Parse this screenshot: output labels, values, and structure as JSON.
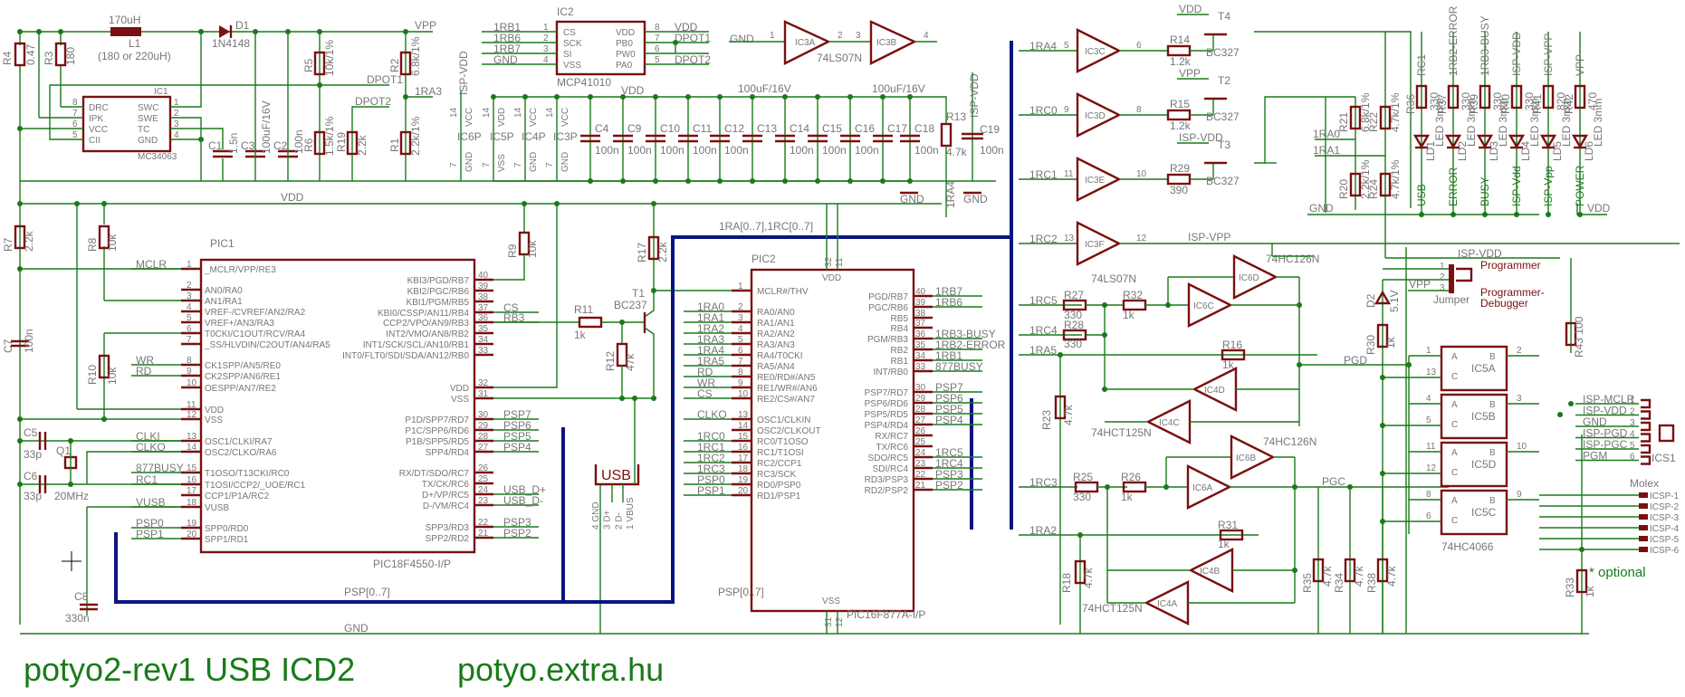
{
  "title": {
    "main": "potyo2-rev1 USB ICD2",
    "url": "potyo.extra.hu"
  },
  "colors": {
    "wire": "#1a7a1a",
    "bus": "#0b1580",
    "part": "#7a1010",
    "label": "#777777"
  },
  "power_supply": {
    "L1": {
      "name": "L1",
      "value": "170uH",
      "note": "(180 or 220uH)"
    },
    "D1": {
      "name": "D1",
      "value": "1N4148"
    },
    "IC1": {
      "name": "IC1",
      "value": "MC34063",
      "pins_left": [
        {
          "n": "8",
          "l": "DRC"
        },
        {
          "n": "7",
          "l": "IPK"
        },
        {
          "n": "6",
          "l": "VCC"
        },
        {
          "n": "5",
          "l": "CII"
        }
      ],
      "pins_right": [
        {
          "n": "1",
          "l": "SWC"
        },
        {
          "n": "2",
          "l": "SWE"
        },
        {
          "n": "3",
          "l": "TC"
        },
        {
          "n": "4",
          "l": "GND"
        }
      ]
    },
    "R4": {
      "name": "R4",
      "value": "0.47"
    },
    "R3": {
      "name": "R3",
      "value": "180"
    },
    "C1": {
      "name": "C1",
      "value": "1.5n"
    },
    "C3": {
      "name": "C3",
      "value": "100uF/16V"
    },
    "C2": {
      "name": "C2",
      "value": "100n"
    },
    "R5": {
      "name": "R5",
      "value": "10k/1%"
    },
    "R6": {
      "name": "R6",
      "value": "1.5k/1%"
    },
    "R19": {
      "name": "R19",
      "value": "2.2k"
    },
    "R2": {
      "name": "R2",
      "value": "6.8k/1%"
    },
    "R1": {
      "name": "R1",
      "value": "2.2k/1%"
    },
    "net_dpot1": "DPOT1",
    "net_dpot2": "DPOT2",
    "net_vpp": "VPP",
    "net_1ra3": "1RA3",
    "net_isp_vdd": "ISP-VDD"
  },
  "ic2": {
    "name": "IC2",
    "value": "MCP41010",
    "left": [
      {
        "n": "1",
        "l": "CS",
        "net": "1RB1"
      },
      {
        "n": "2",
        "l": "SCK",
        "net": "1RB6"
      },
      {
        "n": "3",
        "l": "SI",
        "net": "1RB7"
      },
      {
        "n": "4",
        "l": "VSS",
        "net": "GND"
      }
    ],
    "right": [
      {
        "n": "8",
        "l": "VDD",
        "net": "VDD"
      },
      {
        "n": "7",
        "l": "PB0",
        "net": "DPOT1"
      },
      {
        "n": "6",
        "l": "PW0",
        "net": ""
      },
      {
        "n": "5",
        "l": "PA0",
        "net": "DPOT2"
      }
    ]
  },
  "ic3_top": {
    "gnd": "GND",
    "a": "IC3A",
    "b": "IC3B",
    "part": "74LS07N",
    "pins": [
      "1",
      "2",
      "3",
      "4"
    ]
  },
  "decoupling": {
    "vdd": "VDD",
    "power_pins": [
      {
        "name": "IC6P",
        "top": "VCC",
        "bot": "GND",
        "n1": "14",
        "n2": "7"
      },
      {
        "name": "IC5P",
        "top": "VDD",
        "bot": "VSS",
        "n1": "14",
        "n2": "7"
      },
      {
        "name": "IC4P",
        "top": "VCC",
        "bot": "GND",
        "n1": "14",
        "n2": "7"
      },
      {
        "name": "IC3P",
        "top": "VCC",
        "bot": "GND",
        "n1": "14",
        "n2": "7"
      }
    ],
    "caps": [
      {
        "name": "C4",
        "value": "100n"
      },
      {
        "name": "C9",
        "value": "100n"
      },
      {
        "name": "C10",
        "value": "100n"
      },
      {
        "name": "C11",
        "value": "100n"
      },
      {
        "name": "C12",
        "value": "100n"
      },
      {
        "name": "C13",
        "value": "100uF/16V"
      },
      {
        "name": "C14",
        "value": "100n"
      },
      {
        "name": "C15",
        "value": "100n"
      },
      {
        "name": "C16",
        "value": "100n"
      },
      {
        "name": "C17",
        "value": "100uF/16V"
      },
      {
        "name": "C18",
        "value": "100n"
      }
    ],
    "R13": {
      "name": "R13",
      "value": "4.7k"
    },
    "C19": {
      "name": "C19",
      "value": "100n"
    },
    "gnd": "GND",
    "ra4": "1RA4"
  },
  "pic1": {
    "name": "PIC1",
    "value": "PIC18F4550-I/P",
    "left": [
      {
        "n": "1",
        "l": "_MCLR/VPP/RE3",
        "net": "MCLR"
      },
      {
        "n": "2",
        "l": "AN0/RA0",
        "net": ""
      },
      {
        "n": "3",
        "l": "AN1/RA1",
        "net": ""
      },
      {
        "n": "4",
        "l": "VREF-/CVREF/AN2/RA2",
        "net": ""
      },
      {
        "n": "5",
        "l": "VREF+/AN3/RA3",
        "net": ""
      },
      {
        "n": "6",
        "l": "T0CKI/C1OUT/RCV/RA4",
        "net": ""
      },
      {
        "n": "7",
        "l": "_SS/HLVDIN/C2OUT/AN4/RA5",
        "net": ""
      },
      {
        "n": "8",
        "l": "CK1SPP/AN5/RE0",
        "net": "WR"
      },
      {
        "n": "9",
        "l": "CK2SPP/AN6/RE1",
        "net": "RD"
      },
      {
        "n": "10",
        "l": "OESPP/AN7/RE2",
        "net": ""
      },
      {
        "n": "11",
        "l": "VDD",
        "net": ""
      },
      {
        "n": "12",
        "l": "VSS",
        "net": ""
      },
      {
        "n": "13",
        "l": "OSC1/CLKI/RA7",
        "net": "CLKI"
      },
      {
        "n": "14",
        "l": "OSC2/CLKO/RA6",
        "net": "CLKO"
      },
      {
        "n": "15",
        "l": "T1OSO/T13CKI/RC0",
        "net": "877BUSY"
      },
      {
        "n": "16",
        "l": "T1OSI/CCP2/_UOE/RC1",
        "net": "RC1"
      },
      {
        "n": "17",
        "l": "CCP1/P1A/RC2",
        "net": ""
      },
      {
        "n": "18",
        "l": "VUSB",
        "net": "VUSB"
      },
      {
        "n": "19",
        "l": "SPP0/RD0",
        "net": "PSP0"
      },
      {
        "n": "20",
        "l": "SPP1/RD1",
        "net": "PSP1"
      }
    ],
    "right": [
      {
        "n": "40",
        "l": "KBI3/PGD/RB7",
        "net": ""
      },
      {
        "n": "39",
        "l": "KBI2/PGC/RB6",
        "net": ""
      },
      {
        "n": "38",
        "l": "KBI1/PGM/RB5",
        "net": ""
      },
      {
        "n": "37",
        "l": "KBI0/CSSP/AN11/RB4",
        "net": "CS"
      },
      {
        "n": "36",
        "l": "CCP2/VPO/AN9/RB3",
        "net": "RB3"
      },
      {
        "n": "35",
        "l": "INT2/VMO/AN8/RB2",
        "net": ""
      },
      {
        "n": "34",
        "l": "INT1/SCK/SCL/AN10/RB1",
        "net": ""
      },
      {
        "n": "33",
        "l": "INT0/FLT0/SDI/SDA/AN12/RB0",
        "net": ""
      },
      {
        "n": "32",
        "l": "VDD",
        "net": ""
      },
      {
        "n": "31",
        "l": "VSS",
        "net": ""
      },
      {
        "n": "30",
        "l": "P1D/SPP7/RD7",
        "net": "PSP7"
      },
      {
        "n": "29",
        "l": "P1C/SPP6/RD6",
        "net": "PSP6"
      },
      {
        "n": "28",
        "l": "P1B/SPP5/RD5",
        "net": "PSP5"
      },
      {
        "n": "27",
        "l": "SPP4/RD4",
        "net": "PSP4"
      },
      {
        "n": "26",
        "l": "RX/DT/SDO/RC7",
        "net": ""
      },
      {
        "n": "25",
        "l": "TX/CK/RC6",
        "net": ""
      },
      {
        "n": "24",
        "l": "D+/VP/RC5",
        "net": "USB_D+"
      },
      {
        "n": "23",
        "l": "D-/VM/RC4",
        "net": "USB_D-"
      },
      {
        "n": "22",
        "l": "SPP3/RD3",
        "net": "PSP3"
      },
      {
        "n": "21",
        "l": "SPP2/RD2",
        "net": "PSP2"
      }
    ]
  },
  "pic1_periph": {
    "R7": {
      "name": "R7",
      "value": "2.2k"
    },
    "R8": {
      "name": "R8",
      "value": "10k"
    },
    "R9": {
      "name": "R9",
      "value": "10k"
    },
    "R10": {
      "name": "R10",
      "value": "10k"
    },
    "C7": {
      "name": "C7",
      "value": "100n"
    },
    "C5": {
      "name": "C5",
      "value": "33p"
    },
    "C6": {
      "name": "C6",
      "value": "33p"
    },
    "Q1": {
      "name": "Q1",
      "value": "20MHz"
    },
    "C8": {
      "name": "C8",
      "value": "330n"
    },
    "R11": {
      "name": "R11",
      "value": "1k"
    },
    "R12": {
      "name": "R12",
      "value": "47k"
    },
    "R17": {
      "name": "R17",
      "value": "2.2k"
    },
    "T1": {
      "name": "T1",
      "value": "BC237"
    },
    "vdd": "VDD",
    "gnd": "GND",
    "psp_bus": "PSP[0..7]",
    "ra_rc_bus": "1RA[0..7],1RC[0..7]"
  },
  "usb": {
    "label": "USB",
    "pins": [
      {
        "n": "4",
        "l": "GND"
      },
      {
        "n": "3",
        "l": "D+"
      },
      {
        "n": "2",
        "l": "D-"
      },
      {
        "n": "1",
        "l": "VBUS"
      }
    ],
    "nets": [
      "USB_D+",
      "USB_D-",
      "VDD"
    ]
  },
  "pic2": {
    "name": "PIC2",
    "value": "PIC16F877A-I/P",
    "top": [
      {
        "n": "32",
        "l": ""
      },
      {
        "n": "11",
        "l": ""
      }
    ],
    "top_label": "VDD",
    "bottom": [
      {
        "n": "31",
        "l": ""
      },
      {
        "n": "12",
        "l": ""
      }
    ],
    "bottom_label": "VSS",
    "left": [
      {
        "n": "1",
        "l": "MCLR#/THV",
        "net": ""
      },
      {
        "n": "2",
        "l": "RA0/AN0",
        "net": "1RA0"
      },
      {
        "n": "3",
        "l": "RA1/AN1",
        "net": "1RA1"
      },
      {
        "n": "4",
        "l": "RA2/AN2",
        "net": "1RA2"
      },
      {
        "n": "5",
        "l": "RA3/AN3",
        "net": "1RA3"
      },
      {
        "n": "6",
        "l": "RA4/T0CKI",
        "net": "1RA4"
      },
      {
        "n": "7",
        "l": "RA5/AN4",
        "net": "1RA5"
      },
      {
        "n": "8",
        "l": "RE0/RD#/AN5",
        "net": "RD"
      },
      {
        "n": "9",
        "l": "RE1/WR#/AN6",
        "net": "WR"
      },
      {
        "n": "10",
        "l": "RE2/CS#/AN7",
        "net": "CS"
      },
      {
        "n": "13",
        "l": "OSC1/CLKIN",
        "net": "CLKO"
      },
      {
        "n": "14",
        "l": "OSC2/CLKOUT",
        "net": ""
      },
      {
        "n": "15",
        "l": "RC0/T1OSO",
        "net": "1RC0"
      },
      {
        "n": "16",
        "l": "RC1/T1OSI",
        "net": "1RC1"
      },
      {
        "n": "17",
        "l": "RC2/CCP1",
        "net": "1RC2"
      },
      {
        "n": "18",
        "l": "RC3/SCK",
        "net": "1RC3"
      },
      {
        "n": "19",
        "l": "RD0/PSP0",
        "net": "PSP0"
      },
      {
        "n": "20",
        "l": "RD1/PSP1",
        "net": "PSP1"
      }
    ],
    "right": [
      {
        "n": "40",
        "l": "PGD/RB7",
        "net": "1RB7"
      },
      {
        "n": "39",
        "l": "PGC/RB6",
        "net": "1RB6"
      },
      {
        "n": "38",
        "l": "RB5",
        "net": ""
      },
      {
        "n": "37",
        "l": "RB4",
        "net": ""
      },
      {
        "n": "36",
        "l": "PGM/RB3",
        "net": "1RB3-BUSY"
      },
      {
        "n": "35",
        "l": "RB2",
        "net": "1RB2-ERROR"
      },
      {
        "n": "34",
        "l": "RB1",
        "net": "1RB1"
      },
      {
        "n": "33",
        "l": "INT/RB0",
        "net": "877BUSY"
      },
      {
        "n": "30",
        "l": "PSP7/RD7",
        "net": "PSP7"
      },
      {
        "n": "29",
        "l": "PSP6/RD6",
        "net": "PSP6"
      },
      {
        "n": "28",
        "l": "PSP5/RD5",
        "net": "PSP5"
      },
      {
        "n": "27",
        "l": "PSP4/RD4",
        "net": "PSP4"
      },
      {
        "n": "26",
        "l": "RX/RC7",
        "net": ""
      },
      {
        "n": "25",
        "l": "TX/RC6",
        "net": ""
      },
      {
        "n": "24",
        "l": "SDO/RC5",
        "net": "1RC5"
      },
      {
        "n": "23",
        "l": "SDI/RC4",
        "net": "1RC4"
      },
      {
        "n": "22",
        "l": "RD3/PSP3",
        "net": "PSP3"
      },
      {
        "n": "21",
        "l": "RD2/PSP2",
        "net": "PSP2"
      }
    ]
  },
  "drivers": [
    {
      "net": "1RA4",
      "in": "5",
      "out": "6",
      "gate": "IC3C",
      "R": "R14",
      "Rv": "1.2k",
      "T": "T4",
      "Tv": "BC327",
      "supply": "VDD"
    },
    {
      "net": "1RC0",
      "in": "9",
      "out": "8",
      "gate": "IC3D",
      "R": "R15",
      "Rv": "1.2k",
      "T": "T2",
      "Tv": "BC327",
      "supply": "VPP"
    },
    {
      "net": "1RC1",
      "in": "11",
      "out": "10",
      "gate": "IC3E",
      "R": "R29",
      "Rv": "390",
      "T": "T3",
      "Tv": "BC327",
      "supply": "ISP-VDD"
    },
    {
      "net": "1RC2",
      "in": "13",
      "out": "12",
      "gate": "IC3F",
      "R": "",
      "Rv": "",
      "T": "",
      "Tv": "",
      "supply": "ISP-VPP"
    }
  ],
  "ic3f_part": "74LS07N",
  "dividers": {
    "R21": {
      "name": "R21",
      "value": "6.8k/1%"
    },
    "R22": {
      "name": "R22",
      "value": "4.7k/1%"
    },
    "R20": {
      "name": "R20",
      "value": "2.2k/1%"
    },
    "R24": {
      "name": "R24",
      "value": "4.7k/1%"
    },
    "net_ra0": "1RA0",
    "net_ra1": "1RA1",
    "gnd": "GND"
  },
  "leds": [
    {
      "net": "RC1",
      "R": "R36",
      "Rv": "330",
      "LD": "LD1",
      "LDv": "LED 3mm",
      "label": "USB"
    },
    {
      "net": "1RB2-ERROR",
      "R": "R37",
      "Rv": "330",
      "LD": "LD2",
      "LDv": "LED 3mm",
      "label": "ERROR"
    },
    {
      "net": "1RB3-BUSY",
      "R": "R39",
      "Rv": "330",
      "LD": "LD3",
      "LDv": "LED 3mm",
      "label": "BUSY"
    },
    {
      "net": "ISP-VDD",
      "R": "R40",
      "Rv": "330",
      "LD": "LD4",
      "LDv": "LED 3mm",
      "label": "ISP-Vdd"
    },
    {
      "net": "ISP-VPP",
      "R": "R41",
      "Rv": "820",
      "LD": "LD5",
      "LDv": "LED 3mm",
      "label": "ISP-Vpp"
    },
    {
      "net": "VPP",
      "R": "R42",
      "Rv": "470",
      "LD": "LD6",
      "LDv": "LED 3mm",
      "label": "POWER"
    }
  ],
  "led_vdd": "VDD",
  "buffers": {
    "top_part_a": "74HC126N",
    "top_part_b": "74HCT125N",
    "bot_part_a": "74HC126N",
    "bot_part_b": "74HCT125N",
    "net_rc5": "1RC5",
    "net_rc4": "1RC4",
    "net_ra5": "1RA5",
    "net_rc3": "1RC3",
    "net_ra2": "1RA2",
    "R27": {
      "name": "R27",
      "value": "330"
    },
    "R28": {
      "name": "R28",
      "value": "330"
    },
    "R32": {
      "name": "R32",
      "value": "1k"
    },
    "R16": {
      "name": "R16",
      "value": "1k"
    },
    "R23": {
      "name": "R23",
      "value": "4.7k"
    },
    "R25": {
      "name": "R25",
      "value": "330"
    },
    "R26": {
      "name": "R26",
      "value": "1k"
    },
    "R31": {
      "name": "R31",
      "value": "1k"
    },
    "R18": {
      "name": "R18",
      "value": "4.7k"
    },
    "gates_top": [
      {
        "name": "IC6D",
        "pins": [
          "12",
          "11",
          "13"
        ]
      },
      {
        "name": "IC6C",
        "pins": [
          "9",
          "8",
          "10"
        ]
      },
      {
        "name": "IC4D",
        "pins": [
          "12",
          "11",
          "13"
        ]
      },
      {
        "name": "IC4C",
        "pins": [
          "9",
          "8",
          "10"
        ]
      }
    ],
    "gates_bot": [
      {
        "name": "IC6B",
        "pins": [
          "5",
          "6",
          "4"
        ]
      },
      {
        "name": "IC6A",
        "pins": [
          "2",
          "3",
          "1"
        ]
      },
      {
        "name": "IC4B",
        "pins": [
          "5",
          "6",
          "4"
        ]
      },
      {
        "name": "IC4A",
        "pins": [
          "2",
          "3",
          "1"
        ]
      }
    ],
    "pgd": "PGD",
    "pgc": "PGC"
  },
  "switches": {
    "part": "74HC4066",
    "gates": [
      {
        "name": "IC5A",
        "pA": "1",
        "pB": "2",
        "pC": "13"
      },
      {
        "name": "IC5B",
        "pA": "4",
        "pB": "3",
        "pC": "5"
      },
      {
        "name": "IC5D",
        "pA": "11",
        "pB": "10",
        "pC": "12"
      },
      {
        "name": "IC5C",
        "pA": "8",
        "pB": "9",
        "pC": "6"
      }
    ],
    "R30": {
      "name": "R30",
      "value": "1k"
    },
    "R43": {
      "name": "R43",
      "value": "100"
    },
    "R35": {
      "name": "R35",
      "value": "4.7k"
    },
    "R34": {
      "name": "R34",
      "value": "4.7k"
    },
    "R38": {
      "name": "R38",
      "value": "4.7k"
    },
    "R33": {
      "name": "R33",
      "value": "1k"
    },
    "D2": {
      "name": "D2",
      "value": "5.1V"
    }
  },
  "jumper": {
    "label": "Jumper",
    "isp_vdd": "ISP-VDD",
    "vpp": "VPP",
    "pins": [
      "1",
      "2",
      "3"
    ],
    "opt1": "Programmer",
    "opt2a": "Programmer-",
    "opt2b": "Debugger"
  },
  "icsp_conn": {
    "name": "ICS1",
    "pins": [
      {
        "n": "1",
        "l": "ISP-MCLR"
      },
      {
        "n": "2",
        "l": "ISP-VDD"
      },
      {
        "n": "3",
        "l": "GND"
      },
      {
        "n": "4",
        "l": "ISP-PGD"
      },
      {
        "n": "5",
        "l": "ISP-PGC"
      },
      {
        "n": "6",
        "l": "PGM"
      }
    ]
  },
  "molex": {
    "label": "Molex",
    "pins": [
      "ICSP-1",
      "ICSP-2",
      "ICSP-3",
      "ICSP-4",
      "ICSP-5",
      "ICSP-6"
    ]
  },
  "optional_note": "* optional"
}
